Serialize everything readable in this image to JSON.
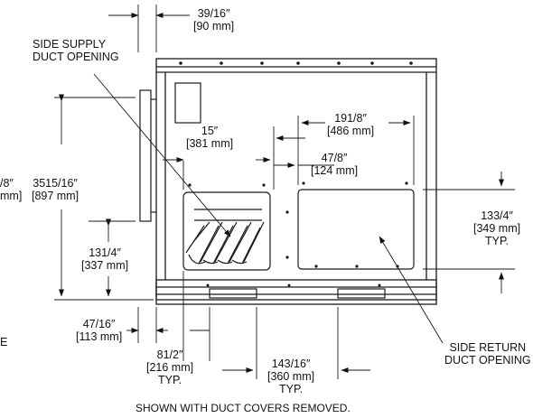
{
  "labels": {
    "side_supply_line1": "SIDE SUPPLY",
    "side_supply_line2": "DUCT OPENING",
    "side_return_line1": "SIDE RETURN",
    "side_return_line2": "DUCT OPENING",
    "footer_note": "SHOWN WITH DUCT COVERS REMOVED."
  },
  "dimensions": {
    "d_top_frac": "39/16″",
    "d_top_mm": "[90 mm]",
    "d_15": "15″",
    "d_15_mm": "[381 mm]",
    "d_19": "191/8″",
    "d_19_mm": "[486 mm]",
    "d_47_8": "47/8″",
    "d_47_8_mm": "[124 mm]",
    "d_height": "3515/16″",
    "d_height_mm": "[897 mm]",
    "d_cut_frac": "/8″",
    "d_cut_mm": "mm]",
    "d_13_1_4": "131/4″",
    "d_13_1_4_mm": "[337 mm]",
    "d_13_3_4": "133/4″",
    "d_13_3_4_mm": "[349 mm]",
    "d_13_3_4_typ": "TYP.",
    "d_4_7_16": "47/16″",
    "d_4_7_16_mm": "[113 mm]",
    "d_8_1_2": "81/2″",
    "d_8_1_2_mm": "[216 mm]",
    "d_8_1_2_typ": "TYP.",
    "d_14_3_16": "143/16″",
    "d_14_3_16_mm": "[360 mm]",
    "d_14_3_16_typ": "TYP.",
    "d_cut_e": "E"
  }
}
